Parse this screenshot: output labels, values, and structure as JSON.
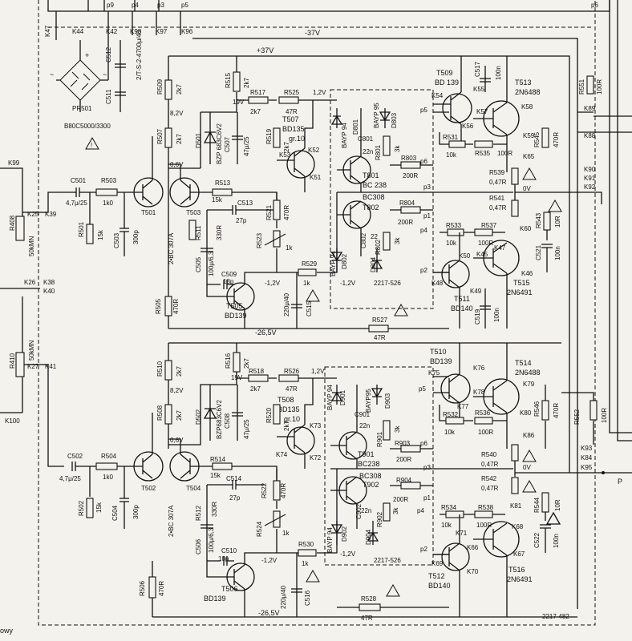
{
  "top_pins": [
    "p9",
    "p4",
    "p3",
    "p5",
    "p6"
  ],
  "top_connectors": [
    "K47",
    "K44",
    "K42",
    "K98",
    "K97",
    "K96"
  ],
  "rails": {
    "neg37": "-37V",
    "pos37": "+37V",
    "neg265": "-26,5V"
  },
  "bridge": {
    "c512": "C512",
    "c511": "C511",
    "cap_value": "2/T-S-2-4700μ/40",
    "pr": "PR501",
    "model": "B80C5000/3300"
  },
  "upper": {
    "input": {
      "k99": "K99",
      "c501": "C501",
      "c501_val": "4,7μ/25",
      "r503": "R503",
      "r503_val": "1k0",
      "r501": "R501",
      "r501_val": "15k",
      "c503": "C503",
      "c503_val": "300p",
      "k25": "K25",
      "k39": "K39",
      "r408": "R408",
      "r408_val": "50kMN"
    },
    "diff": {
      "t501": "T501",
      "t503": "T503",
      "pair": "2•BC 307A",
      "v1": "8,2V",
      "v2": "0,6V"
    },
    "r509": "R509",
    "r509_val": "2k7",
    "r515": "R515",
    "r515_val": "2k7",
    "r507": "R507",
    "r507_val": "2k7",
    "d501": "D501",
    "zener": "BZP 683C6V2",
    "c507": "C507",
    "c507_val": "47μ/25",
    "v19": "19V",
    "r517": "R517",
    "r517_val": "2k7",
    "r525": "R525",
    "r525_val": "47R",
    "v12": "1,2V",
    "t507": "T507",
    "t507_type": "BD135",
    "t507_gr": "gr.10",
    "k52": "K52",
    "k51": "K51",
    "k53": "K53",
    "r519": "R519",
    "r519_val": "2k7",
    "r513": "R513",
    "r513_val": "15k",
    "c513": "C513",
    "c513_val": "27p",
    "r511": "R511",
    "r511_val": "330R",
    "c505": "C505",
    "c505_val": "100μ/6,3",
    "r521": "R521",
    "r521_val": "470R",
    "r523": "R523",
    "r523_val": "1k",
    "c509": "C509",
    "c509_val": "18p",
    "v12n": "-1,2V",
    "r529": "R529",
    "r529_val": "1k",
    "t505": "T505",
    "t505_type": "BD139",
    "c515": "C515",
    "c515_val": "220μ/40",
    "r505": "R505",
    "r505_val": "470R",
    "r527": "R527",
    "r527_val": "47R",
    "k26": "K26",
    "k38": "K38",
    "k40": "K40"
  },
  "upper_module": {
    "d801": "D801",
    "d803": "D803",
    "baypa": "BAYP 94",
    "baypb": "BAYP 95",
    "c801": "C801",
    "c801_val": "22n",
    "r801": "R801",
    "r801_val": "3k",
    "r803": "R803",
    "r803_val": "200R",
    "t801": "T801",
    "t801_type": "BC 238",
    "t802": "T802",
    "t802_type": "BC308",
    "r804": "R804",
    "r804_val": "200R",
    "c802": "C802",
    "c802_val": "22",
    "r802": "R802",
    "r802_val": "3k",
    "d802": "D802",
    "d804": "D804",
    "code": "2217-526",
    "p5": "p5",
    "p6": "p6",
    "p3": "p3",
    "p1": "p1",
    "p4": "p4",
    "p2": "p2",
    "vneg": "-1,2V"
  },
  "upper_out": {
    "t509": "T509",
    "t509_type": "BD 139",
    "k54": "K54",
    "k55": "K55",
    "k56": "K56",
    "k57": "K57",
    "c517": "C517",
    "c517_val": "100n",
    "t513": "T513",
    "t513_type": "2N6488",
    "k58": "K58",
    "k59": "K59",
    "r531": "R531",
    "r531_val": "10k",
    "r535": "R535",
    "r535_val": "100R",
    "k65": "K65",
    "r545": "R545",
    "r545_val": "470R",
    "r539": "R539",
    "r539_val": "0,47R",
    "v0": "0V",
    "r541": "R541",
    "r541_val": "0,47R",
    "k60": "K60",
    "r543": "R543",
    "r543_val": "10R",
    "r533": "R533",
    "r533_val": "10k",
    "r537": "R537",
    "r537_val": "100R",
    "k47": "K47",
    "k45": "K45",
    "k50": "K50",
    "k48": "K48",
    "k49": "K49",
    "k46": "K46",
    "c521": "C521",
    "c521_val": "100n",
    "t511": "T511",
    "t511_type": "BD140",
    "t515": "T515",
    "t515_type": "2N6491",
    "c519": "C519",
    "c519_val": "100n",
    "r551": "R551",
    "r551_val": "100R",
    "k89": "K89",
    "k88": "K88",
    "k90": "K90",
    "k91": "K91",
    "k92": "K92"
  },
  "lower": {
    "r410": "R410",
    "r410_val": "50kMN",
    "k27": "K27",
    "k41": "K41",
    "k100": "K100",
    "c502": "C502",
    "c502_val": "4,7μ/25",
    "r504": "R504",
    "r504_val": "1k0",
    "r502": "R502",
    "r502_val": "15k",
    "c504": "C504",
    "c504_val": "300p",
    "t502": "T502",
    "t504": "T504",
    "pair": "2•BC 307A",
    "v1": "8,2V",
    "v2": "0,6V",
    "r510": "R510",
    "r510_val": "2k7",
    "r516": "R516",
    "r516_val": "2k7",
    "r508": "R508",
    "r508_val": "2k7",
    "d502": "D502",
    "zener": "BZP683C6V2",
    "c508": "C508",
    "c508_val": "47μ/25",
    "v19": "19V",
    "r518": "R518",
    "r518_val": "2k7",
    "r526": "R526",
    "r526_val": "47R",
    "v12": "1,2V",
    "t508": "T508",
    "t508_type": "BD135",
    "t508_gr": "gr.10",
    "k73": "K73",
    "k74": "K74",
    "k72": "K72",
    "r520": "R520",
    "r520_val": "2k7",
    "r514": "R514",
    "r514_val": "15k",
    "c514": "C514",
    "c514_val": "27p",
    "r512": "R512",
    "r512_val": "330R",
    "c506": "C506",
    "c506_val": "100μ/6,3",
    "r522": "R522",
    "r522_val": "470R",
    "r524": "R524",
    "r524_val": "1k",
    "c510": "C510",
    "c510_val": "18p",
    "v12n": "-1,2V",
    "r530": "R530",
    "r530_val": "1k",
    "t506": "T506",
    "t506_type": "BD139",
    "c516": "C516",
    "c516_val": "220μ/40",
    "r506": "R506",
    "r506_val": "470R",
    "r528": "R528",
    "r528_val": "47R"
  },
  "lower_module": {
    "d901": "D901",
    "d903": "D903",
    "baypa": "BAYP 94",
    "baypb": "BAYP95",
    "c901": "C901",
    "c901_val": "22n",
    "r901": "R901",
    "r901_val": "3k",
    "r903": "R903",
    "r903_val": "200R",
    "t901": "T901",
    "t901_type": "BC238",
    "t902": "T902",
    "t902_type": "BC308",
    "r904": "R904",
    "r904_val": "200R",
    "c902": "C902",
    "c902_val": "22n",
    "r902": "R902",
    "r902_val": "3k",
    "d902": "D902",
    "d904": "D904",
    "code": "2217-526",
    "p5": "p5",
    "p6": "p6",
    "p3": "p3",
    "p1": "p1",
    "p4": "p4",
    "p2": "p2",
    "vneg": "-1,2V"
  },
  "lower_out": {
    "t510": "T510",
    "t510_type": "BD139",
    "k75": "K75",
    "k76": "K76",
    "k77": "K77",
    "k78": "K78",
    "t514": "T514",
    "t514_type": "2N6488",
    "k79": "K79",
    "k80": "K80",
    "r532": "R532",
    "r532_val": "10k",
    "r536": "R536",
    "r536_val": "100R",
    "k86": "K86",
    "r546": "R546",
    "r546_val": "470R",
    "r552": "R552",
    "r552_val": "100R",
    "r540": "R540",
    "r540_val": "0,47R",
    "v0": "0V",
    "r542": "R542",
    "r542_val": "0,47R",
    "k81": "K81",
    "r544": "R544",
    "r544_val": "10R",
    "c522": "C522",
    "c522_val": "100n",
    "r534": "R534",
    "r534_val": "10k",
    "r538": "R538",
    "r538_val": "100R",
    "k71": "K71",
    "k68": "K68",
    "k66": "K66",
    "k69": "K69",
    "k70": "K70",
    "k67": "K67",
    "t512": "T512",
    "t512_type": "BD140",
    "t516": "T516",
    "t516_type": "2N6491",
    "k93": "K93",
    "k84": "K84",
    "k95": "K95",
    "p": "P"
  },
  "footer": {
    "code": "2217-482",
    "fragment": "owy"
  }
}
